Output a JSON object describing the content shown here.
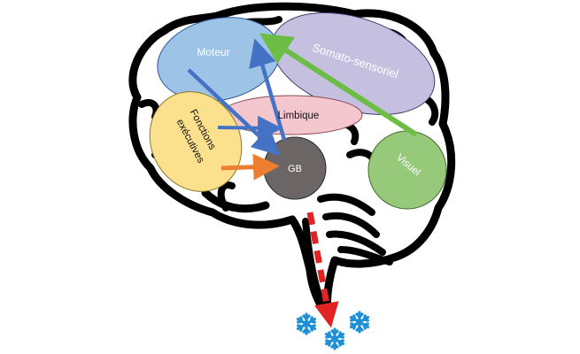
{
  "regions": {
    "moteur": {
      "label": "Moteur",
      "color": "#9dc3e6"
    },
    "somato": {
      "label": "Somato-sensoriel",
      "color": "#c5c0e0"
    },
    "limbique": {
      "label": "Limbique",
      "color": "#f4c7cf"
    },
    "fonctions": {
      "label_line1": "Fonctions",
      "label_line2": "exécutives",
      "color": "#fbe08e"
    },
    "gb": {
      "label": "GB",
      "color": "#6b6565"
    },
    "visuel": {
      "label": "Visuel",
      "color": "#97c97b"
    }
  },
  "arrows": {
    "blue": "#4472c4",
    "green": "#6cbd45",
    "orange": "#ed7d31",
    "red": "#e02424"
  },
  "brain": {
    "outline": "#000000",
    "fill": "#ffffff"
  },
  "snowflake_color": "#1e90d6"
}
